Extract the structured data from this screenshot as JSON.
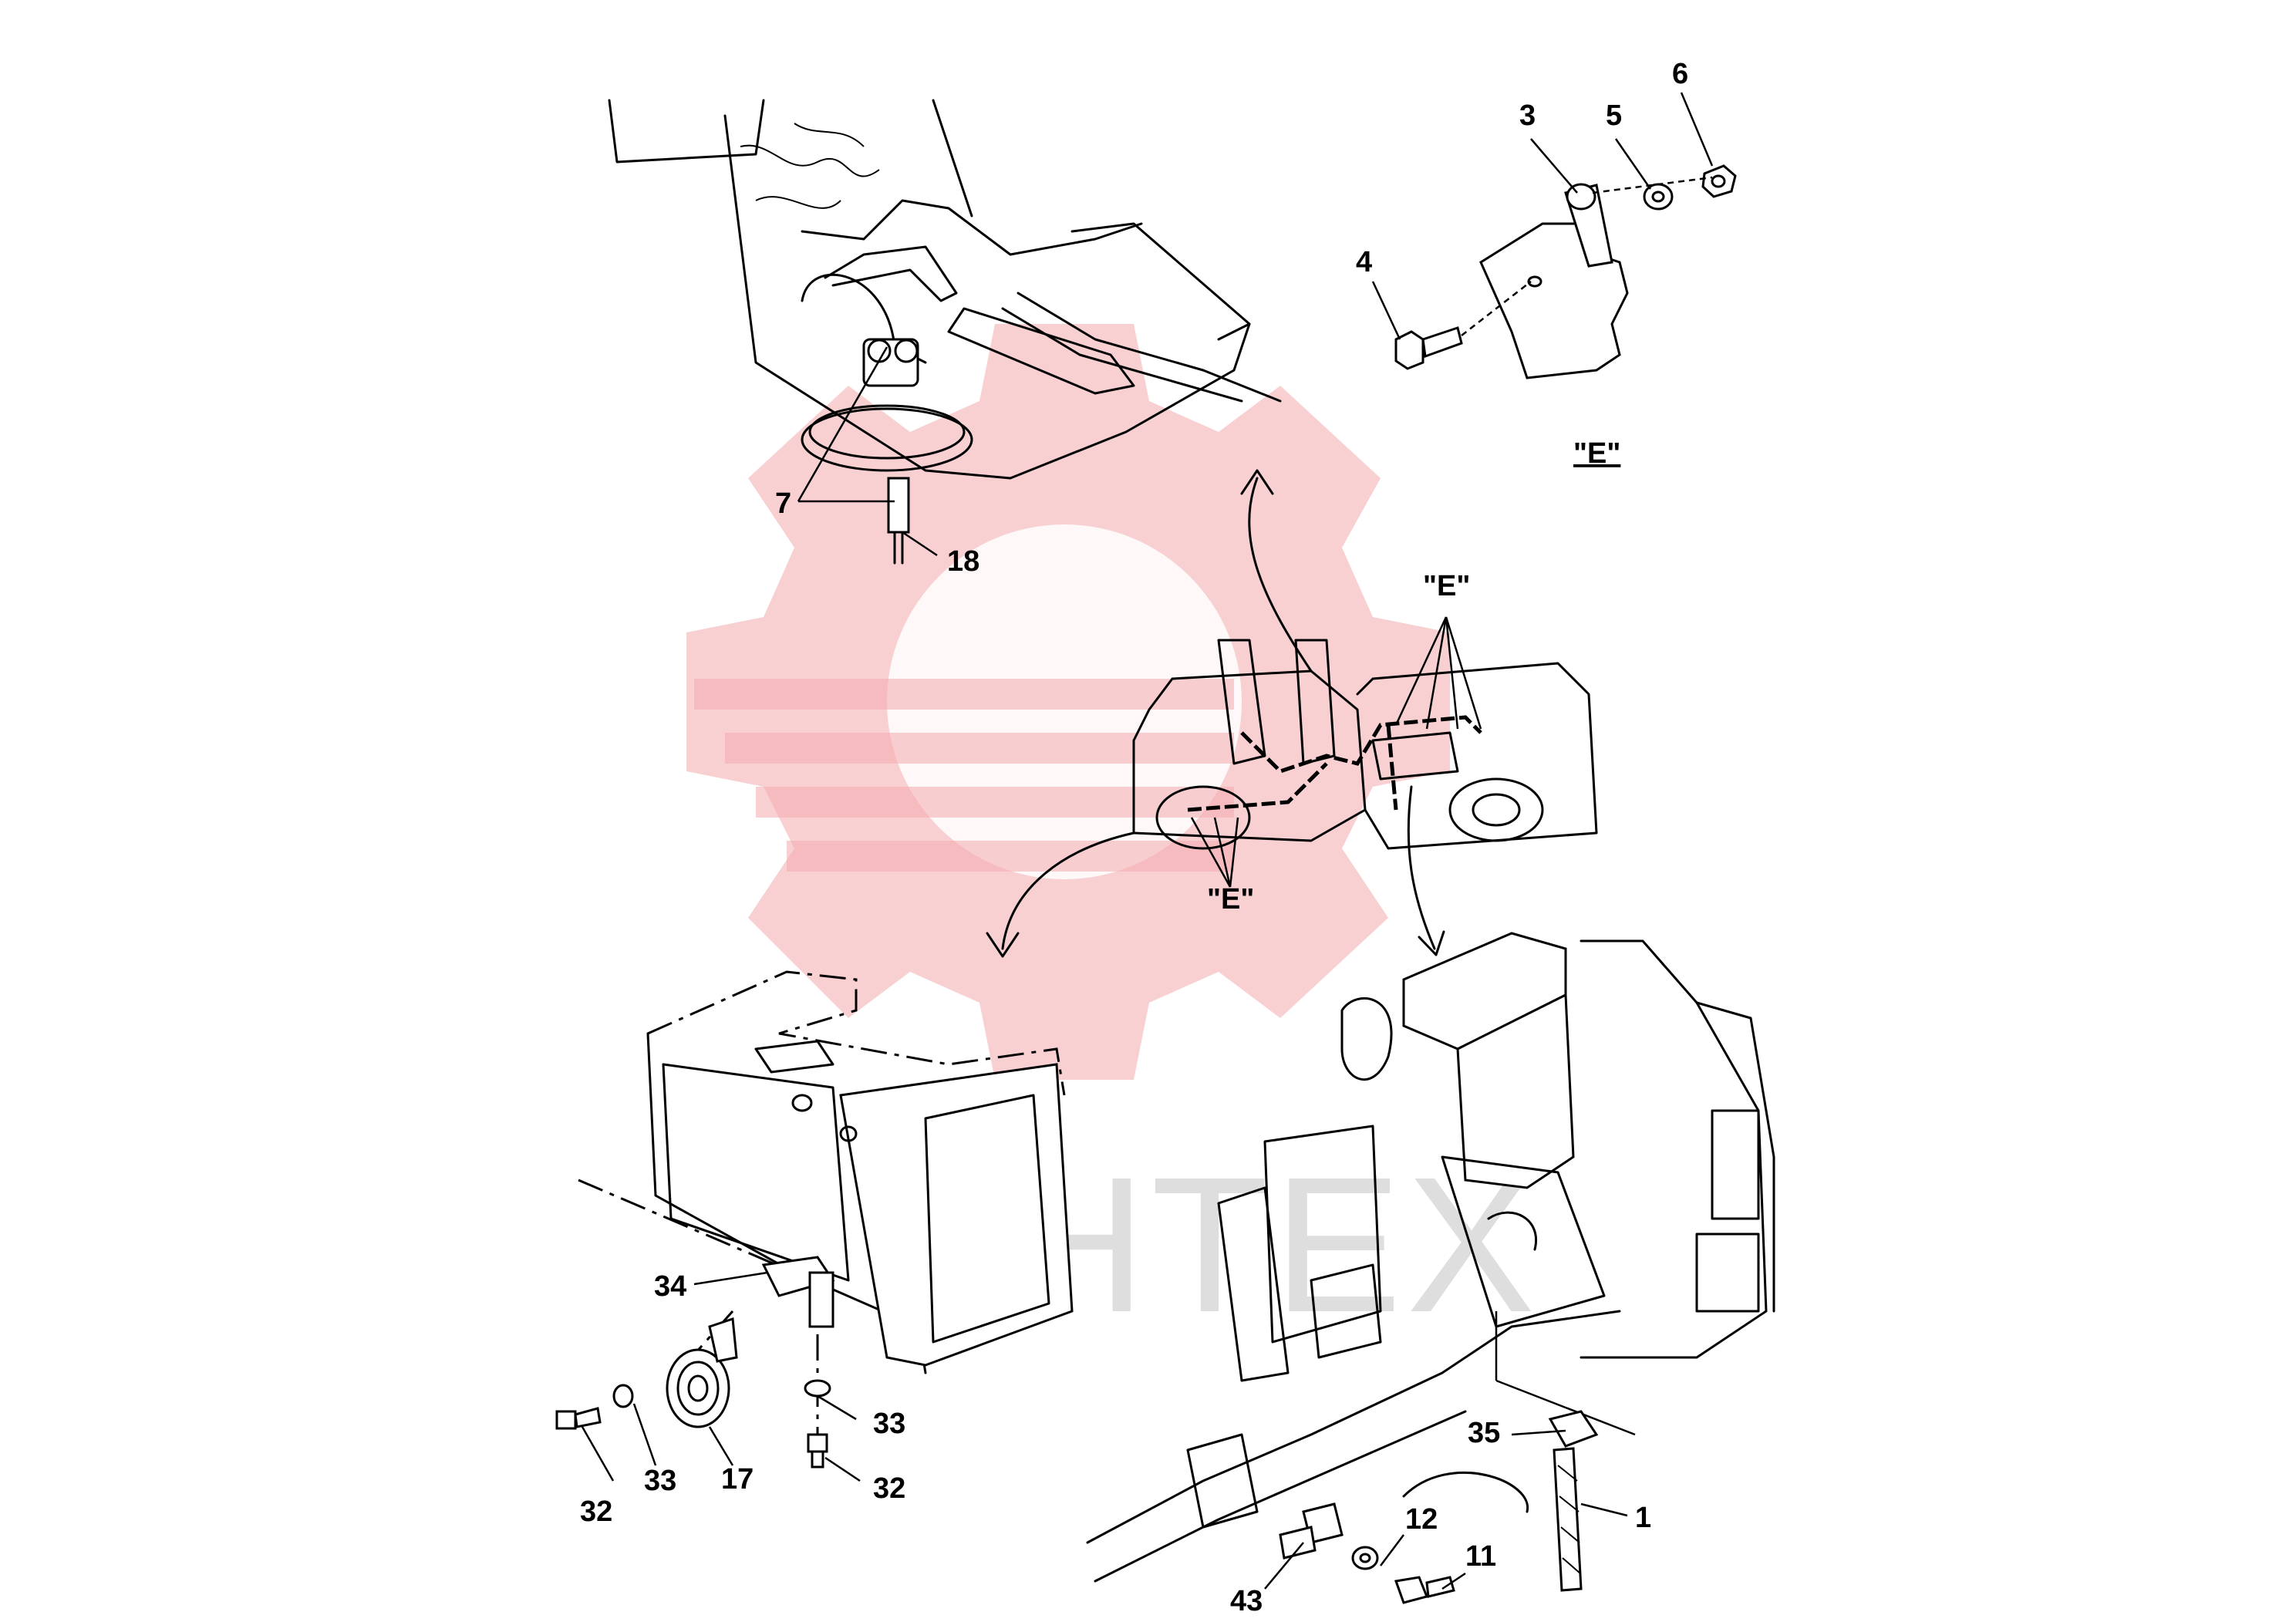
{
  "watermark": {
    "text": "ИНТЕХ",
    "color": "#f2a9ad"
  },
  "view_labels": {
    "detail_title": "\"E\"",
    "overview_e_top": "\"E\"",
    "overview_e_bottom": "\"E\""
  },
  "callouts": {
    "p3": "3",
    "p5": "5",
    "p6": "6",
    "p4": "4",
    "p7": "7",
    "p18": "18",
    "p34": "34",
    "p33a": "33",
    "p33b": "33",
    "p32a": "32",
    "p32b": "32",
    "p17": "17",
    "p35": "35",
    "p1": "1",
    "p12": "12",
    "p11": "11",
    "p43": "43"
  }
}
